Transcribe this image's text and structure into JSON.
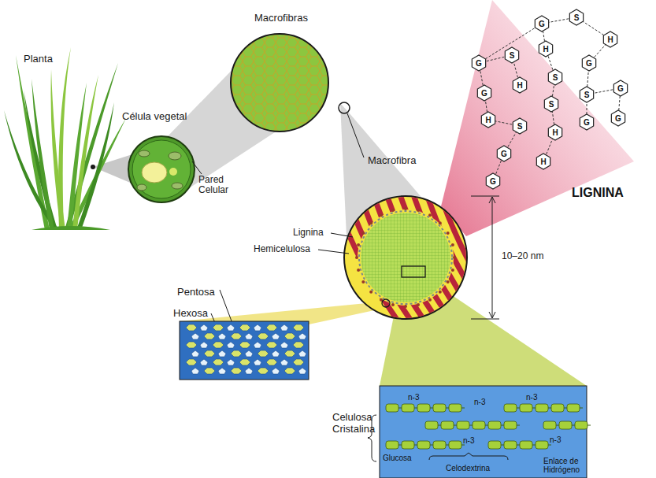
{
  "diagram": {
    "nodes": [
      {
        "text": [
          "Célula vegetal"
        ]
      },
      {
        "text": [
          "Macrofibras"
        ]
      },
      {
        "text": [
          "Macrofibra"
        ]
      },
      {
        "text": [
          "Pentosa",
          "Hexosa"
        ]
      },
      {
        "text": [
          "Celulosa Cristalina"
        ]
      }
    ],
    "labels": [
      "Planta",
      "Pared Celular",
      "Lignina",
      "Hemicelulosa",
      "10–20 nm",
      "LIGNINA",
      "Glucosa",
      "n-3",
      "n-3",
      "n-3",
      "n-3",
      "n-3",
      "Celodextrina",
      "Enlace de Hidrógeno",
      "G",
      "S",
      "G",
      "S",
      "H",
      "H",
      "G",
      "S",
      "G",
      "H",
      "S",
      "S",
      "G",
      "H",
      "G",
      "S",
      "H",
      "G",
      "G",
      "H",
      "G"
    ]
  }
}
